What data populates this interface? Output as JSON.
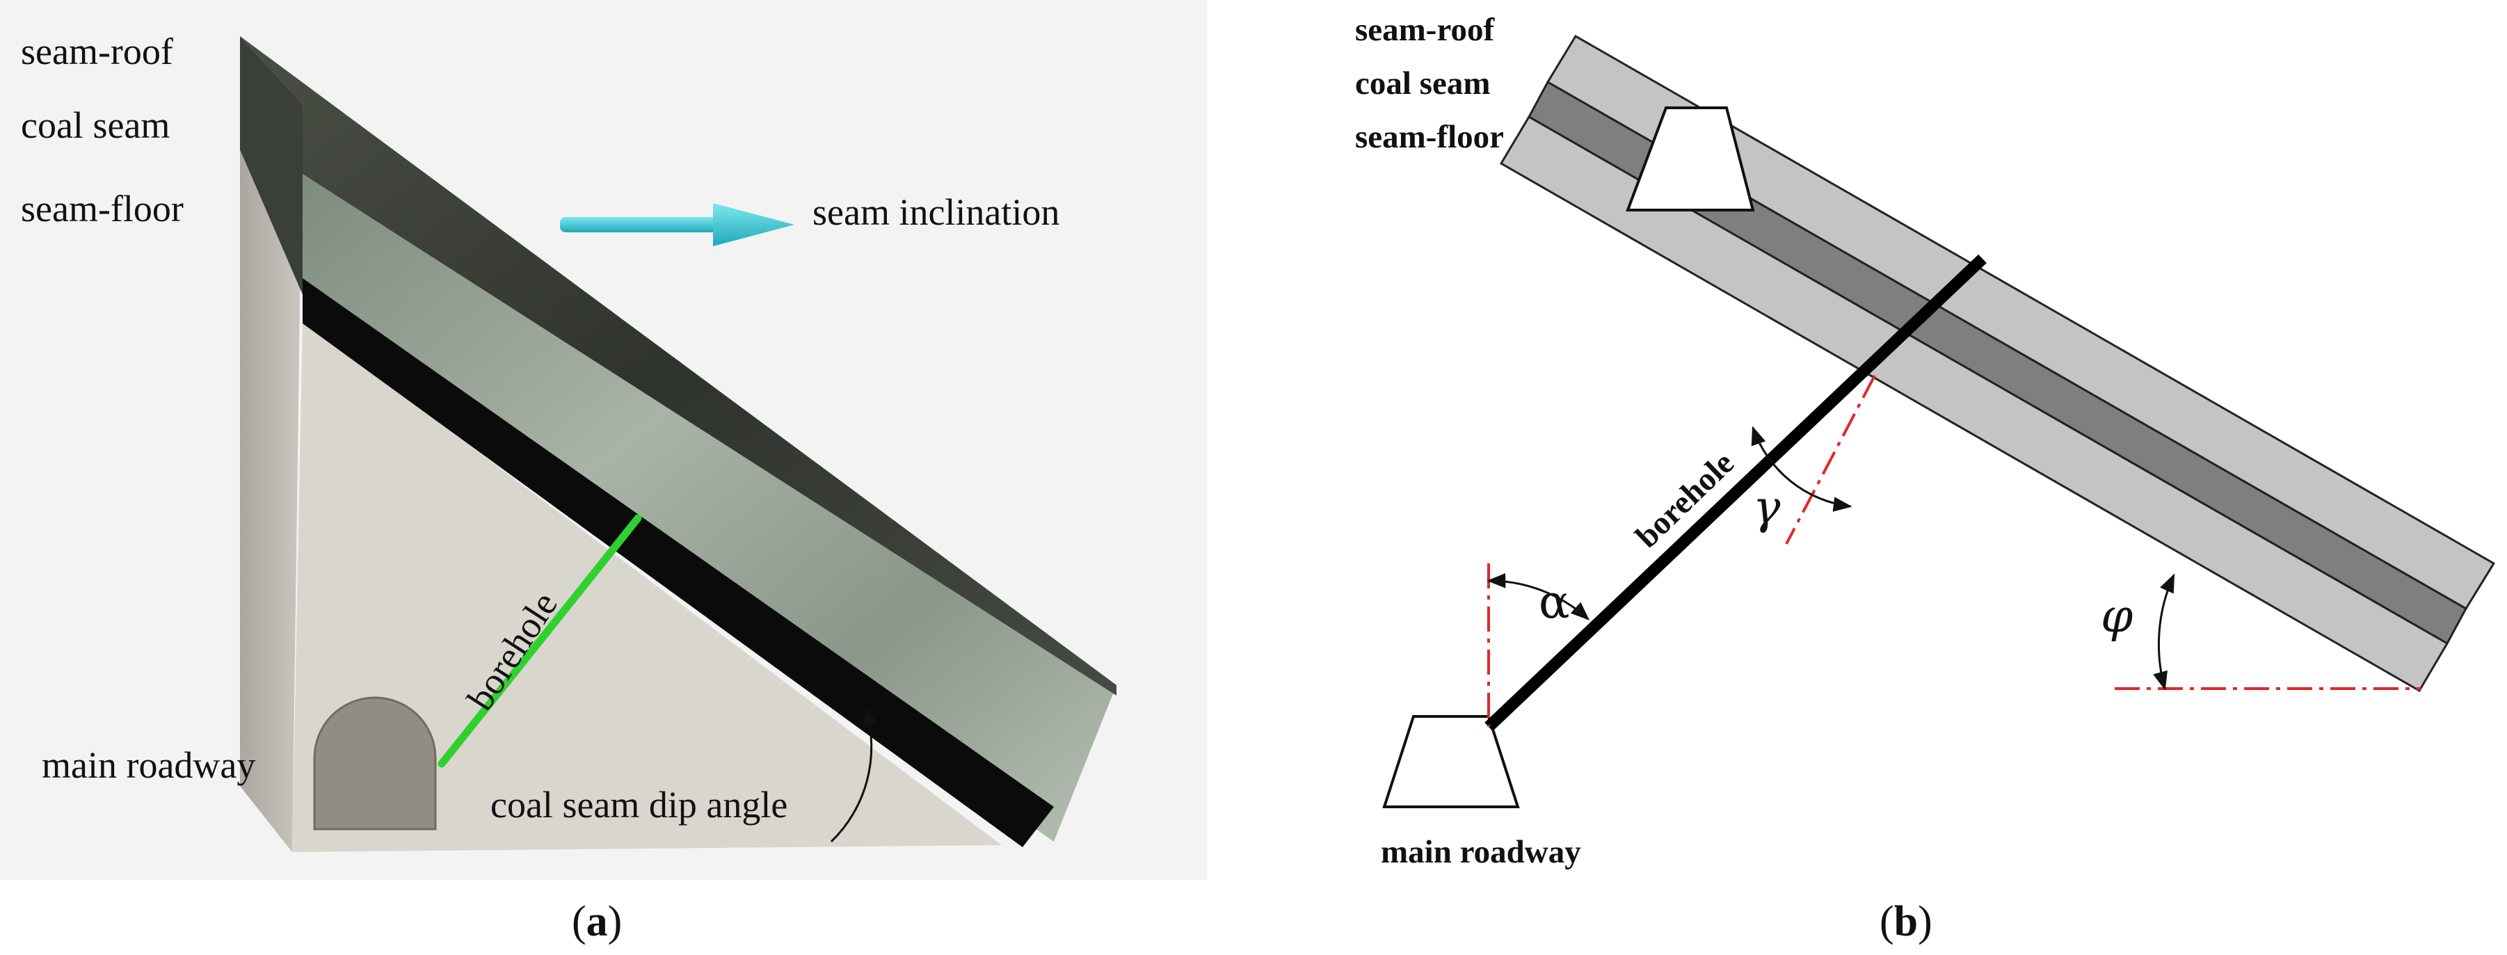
{
  "panel_a": {
    "labels": {
      "seam_roof": "seam-roof",
      "coal_seam": "coal seam",
      "seam_floor": "seam-floor",
      "seam_inclination": "seam inclination",
      "borehole": "borehole",
      "main_roadway": "main roadway",
      "dip_angle": "coal seam dip angle"
    },
    "caption_letter": "a",
    "colors": {
      "rock": "#d6d4cc",
      "coal": "#0a0a0a",
      "roof_top": "#3a3f38",
      "seam_face": "#8f9c8f",
      "borehole": "#2fd12f",
      "arrow": "#2bc6d6"
    }
  },
  "panel_b": {
    "labels": {
      "seam_roof": "seam-roof",
      "coal_seam": "coal seam",
      "seam_floor": "seam-floor",
      "borehole": "borehole",
      "main_roadway": "main roadway"
    },
    "angles": {
      "alpha": "α",
      "gamma": "γ",
      "phi": "φ"
    },
    "caption_letter": "b",
    "colors": {
      "rock_band": "#c4c4c4",
      "coal_band": "#7f7f7f",
      "construction_line": "#e0282a"
    }
  },
  "caption_parens": {
    "open": "(",
    "close": ")"
  }
}
